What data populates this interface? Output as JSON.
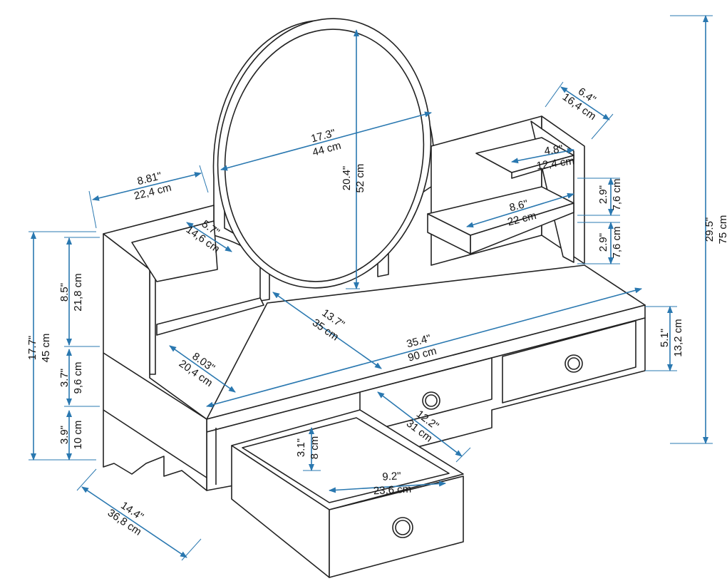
{
  "title": "Vanity desk dimension drawing",
  "colors": {
    "dimension": "#2a78b0",
    "outline": "#222222"
  },
  "dimensions": [
    {
      "id": "total-height",
      "inch": "29.5\"",
      "cm": "75 cm"
    },
    {
      "id": "desk-height",
      "inch": "17.7\"",
      "cm": "45 cm"
    },
    {
      "id": "side-shelf-height",
      "inch": "8.5\"",
      "cm": "21,8 cm"
    },
    {
      "id": "top-thickness-zone",
      "inch": "3.7\"",
      "cm": "9,6 cm"
    },
    {
      "id": "leg-height",
      "inch": "3.9\"",
      "cm": "10 cm"
    },
    {
      "id": "side-depth",
      "inch": "14.4\"",
      "cm": "36,8 cm"
    },
    {
      "id": "side-unit-width",
      "inch": "8.81\"",
      "cm": "22,4 cm"
    },
    {
      "id": "side-shelf-depth",
      "inch": "5.7\"",
      "cm": "14,6 cm"
    },
    {
      "id": "mirror-width",
      "inch": "17.3\"",
      "cm": "44 cm"
    },
    {
      "id": "mirror-height",
      "inch": "20.4\"",
      "cm": "52 cm"
    },
    {
      "id": "right-unit-depth",
      "inch": "6.4\"",
      "cm": "16,4 cm"
    },
    {
      "id": "small-shelf-width",
      "inch": "4.8\"",
      "cm": "12,4 cm"
    },
    {
      "id": "upper-shelf-gap",
      "inch": "2.9\"",
      "cm": "7,6 cm"
    },
    {
      "id": "lower-shelf-gap",
      "inch": "2.9\"",
      "cm": "7,6 cm"
    },
    {
      "id": "large-shelf-width",
      "inch": "8.6\"",
      "cm": "22 cm"
    },
    {
      "id": "desk-depth",
      "inch": "13.7\"",
      "cm": "35 cm"
    },
    {
      "id": "desk-width",
      "inch": "35.4\"",
      "cm": "90 cm"
    },
    {
      "id": "lower-side-depth",
      "inch": "8.03\"",
      "cm": "20,4 cm"
    },
    {
      "id": "drawer-front-height",
      "inch": "5.1\"",
      "cm": "13,2 cm"
    },
    {
      "id": "drawer-depth",
      "inch": "12.2\"",
      "cm": "31 cm"
    },
    {
      "id": "drawer-inner-height",
      "inch": "3.1\"",
      "cm": "8 cm"
    },
    {
      "id": "drawer-inner-width",
      "inch": "9.2\"",
      "cm": "23,6 cm"
    }
  ]
}
